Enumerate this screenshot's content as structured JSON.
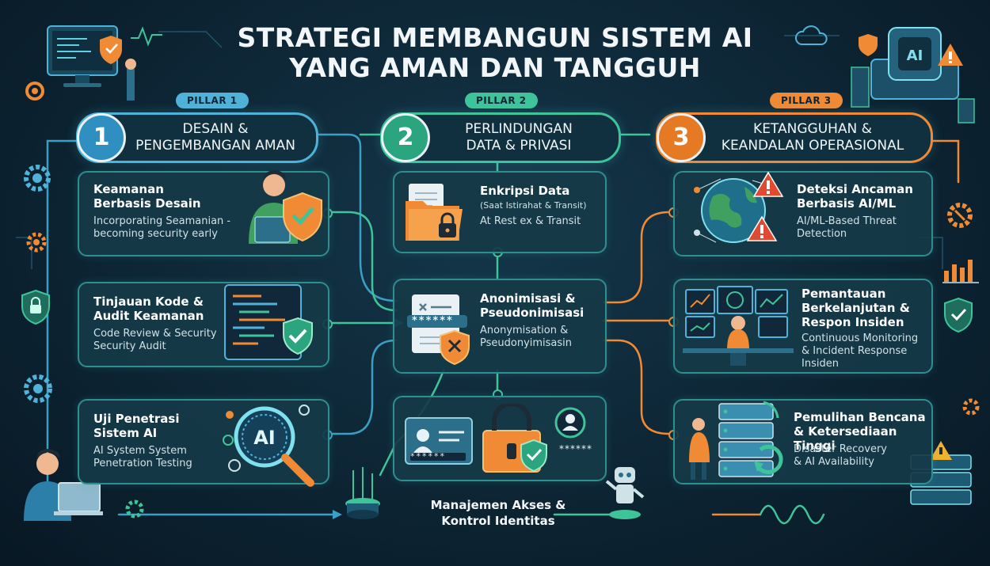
{
  "title": {
    "line1": "STRATEGI MEMBANGUN SISTEM AI",
    "line2": "YANG AMAN DAN TANGGUH"
  },
  "colors": {
    "pillar1": "#4fb3d9",
    "pillar2": "#3fc49a",
    "pillar3": "#f08a34",
    "card_border": "#2f8e8e",
    "background": "#0d2534"
  },
  "pillars": [
    {
      "tag": "PILLAR 1",
      "number": "1",
      "line1": "DESAIN &",
      "line2": "PENGEMBANGAN AMAN"
    },
    {
      "tag": "PILLAR 2",
      "number": "2",
      "line1": "PERLINDUNGAN",
      "line2": "DATA & PRIVASI"
    },
    {
      "tag": "PILLAR 3",
      "number": "3",
      "line1": "KETANGGUHAN &",
      "line2": "KEANDALAN OPERASIONAL"
    }
  ],
  "cards": {
    "keamanan_desain": {
      "title1": "Keamanan",
      "title2": "Berbasis Desain",
      "sub1": "Incorporating Seamanian -",
      "sub2": "becoming security early",
      "icon": "developer-shield-icon"
    },
    "tinjauan_kode": {
      "title1": "Tinjauan Kode &",
      "title2": "Audit Keamanan",
      "sub1": "Code Review & Security",
      "sub2": "Security Audit",
      "icon": "code-review-icon"
    },
    "uji_penetrasi": {
      "title1": "Uji Penetrasi",
      "title2": "Sistem AI",
      "sub1": "AI System System",
      "sub2": "Penetration Testing",
      "icon": "ai-magnifier-icon",
      "ai_text": "AI"
    },
    "enkripsi": {
      "title1": "Enkripsi Data",
      "title2": "(Saat Istirahat & Transit)",
      "sub1": "At Rest ex & Transit",
      "icon": "encrypted-folder-icon"
    },
    "anonimisasi": {
      "title1": "Anonimisasi &",
      "title2": "Pseudonimisasi",
      "sub1": "Anonymisation &",
      "sub2": "Pseudonyimisasin",
      "icon": "masked-document-icon",
      "mask_text": "******"
    },
    "manajemen_akses": {
      "caption1": "Manajemen Akses &",
      "caption2": "Kontrol Identitas",
      "icon": "identity-lock-icon",
      "mask_text": "******"
    },
    "deteksi": {
      "title1": "Deteksi Ancaman",
      "title2": "Berbasis AI/ML",
      "sub1": "AI/ML-Based Threat",
      "sub2": "Detection",
      "icon": "globe-threat-icon"
    },
    "pemantauan": {
      "title1": "Pemantauan",
      "title2": "Berkelanjutan &",
      "title3": "Respon Insiden",
      "sub1": "Continuous Monitoring",
      "sub2": "& Incident Response",
      "sub3": "Insiden",
      "icon": "monitoring-desk-icon"
    },
    "pemulihan": {
      "title1": "Pemulihan Bencana",
      "title2": "& Ketersediaan Tinggi",
      "sub1": "Disaster Recovery",
      "sub2": "& AI Availability",
      "icon": "server-recovery-icon"
    }
  },
  "decor": {
    "chip_text": "AI"
  }
}
